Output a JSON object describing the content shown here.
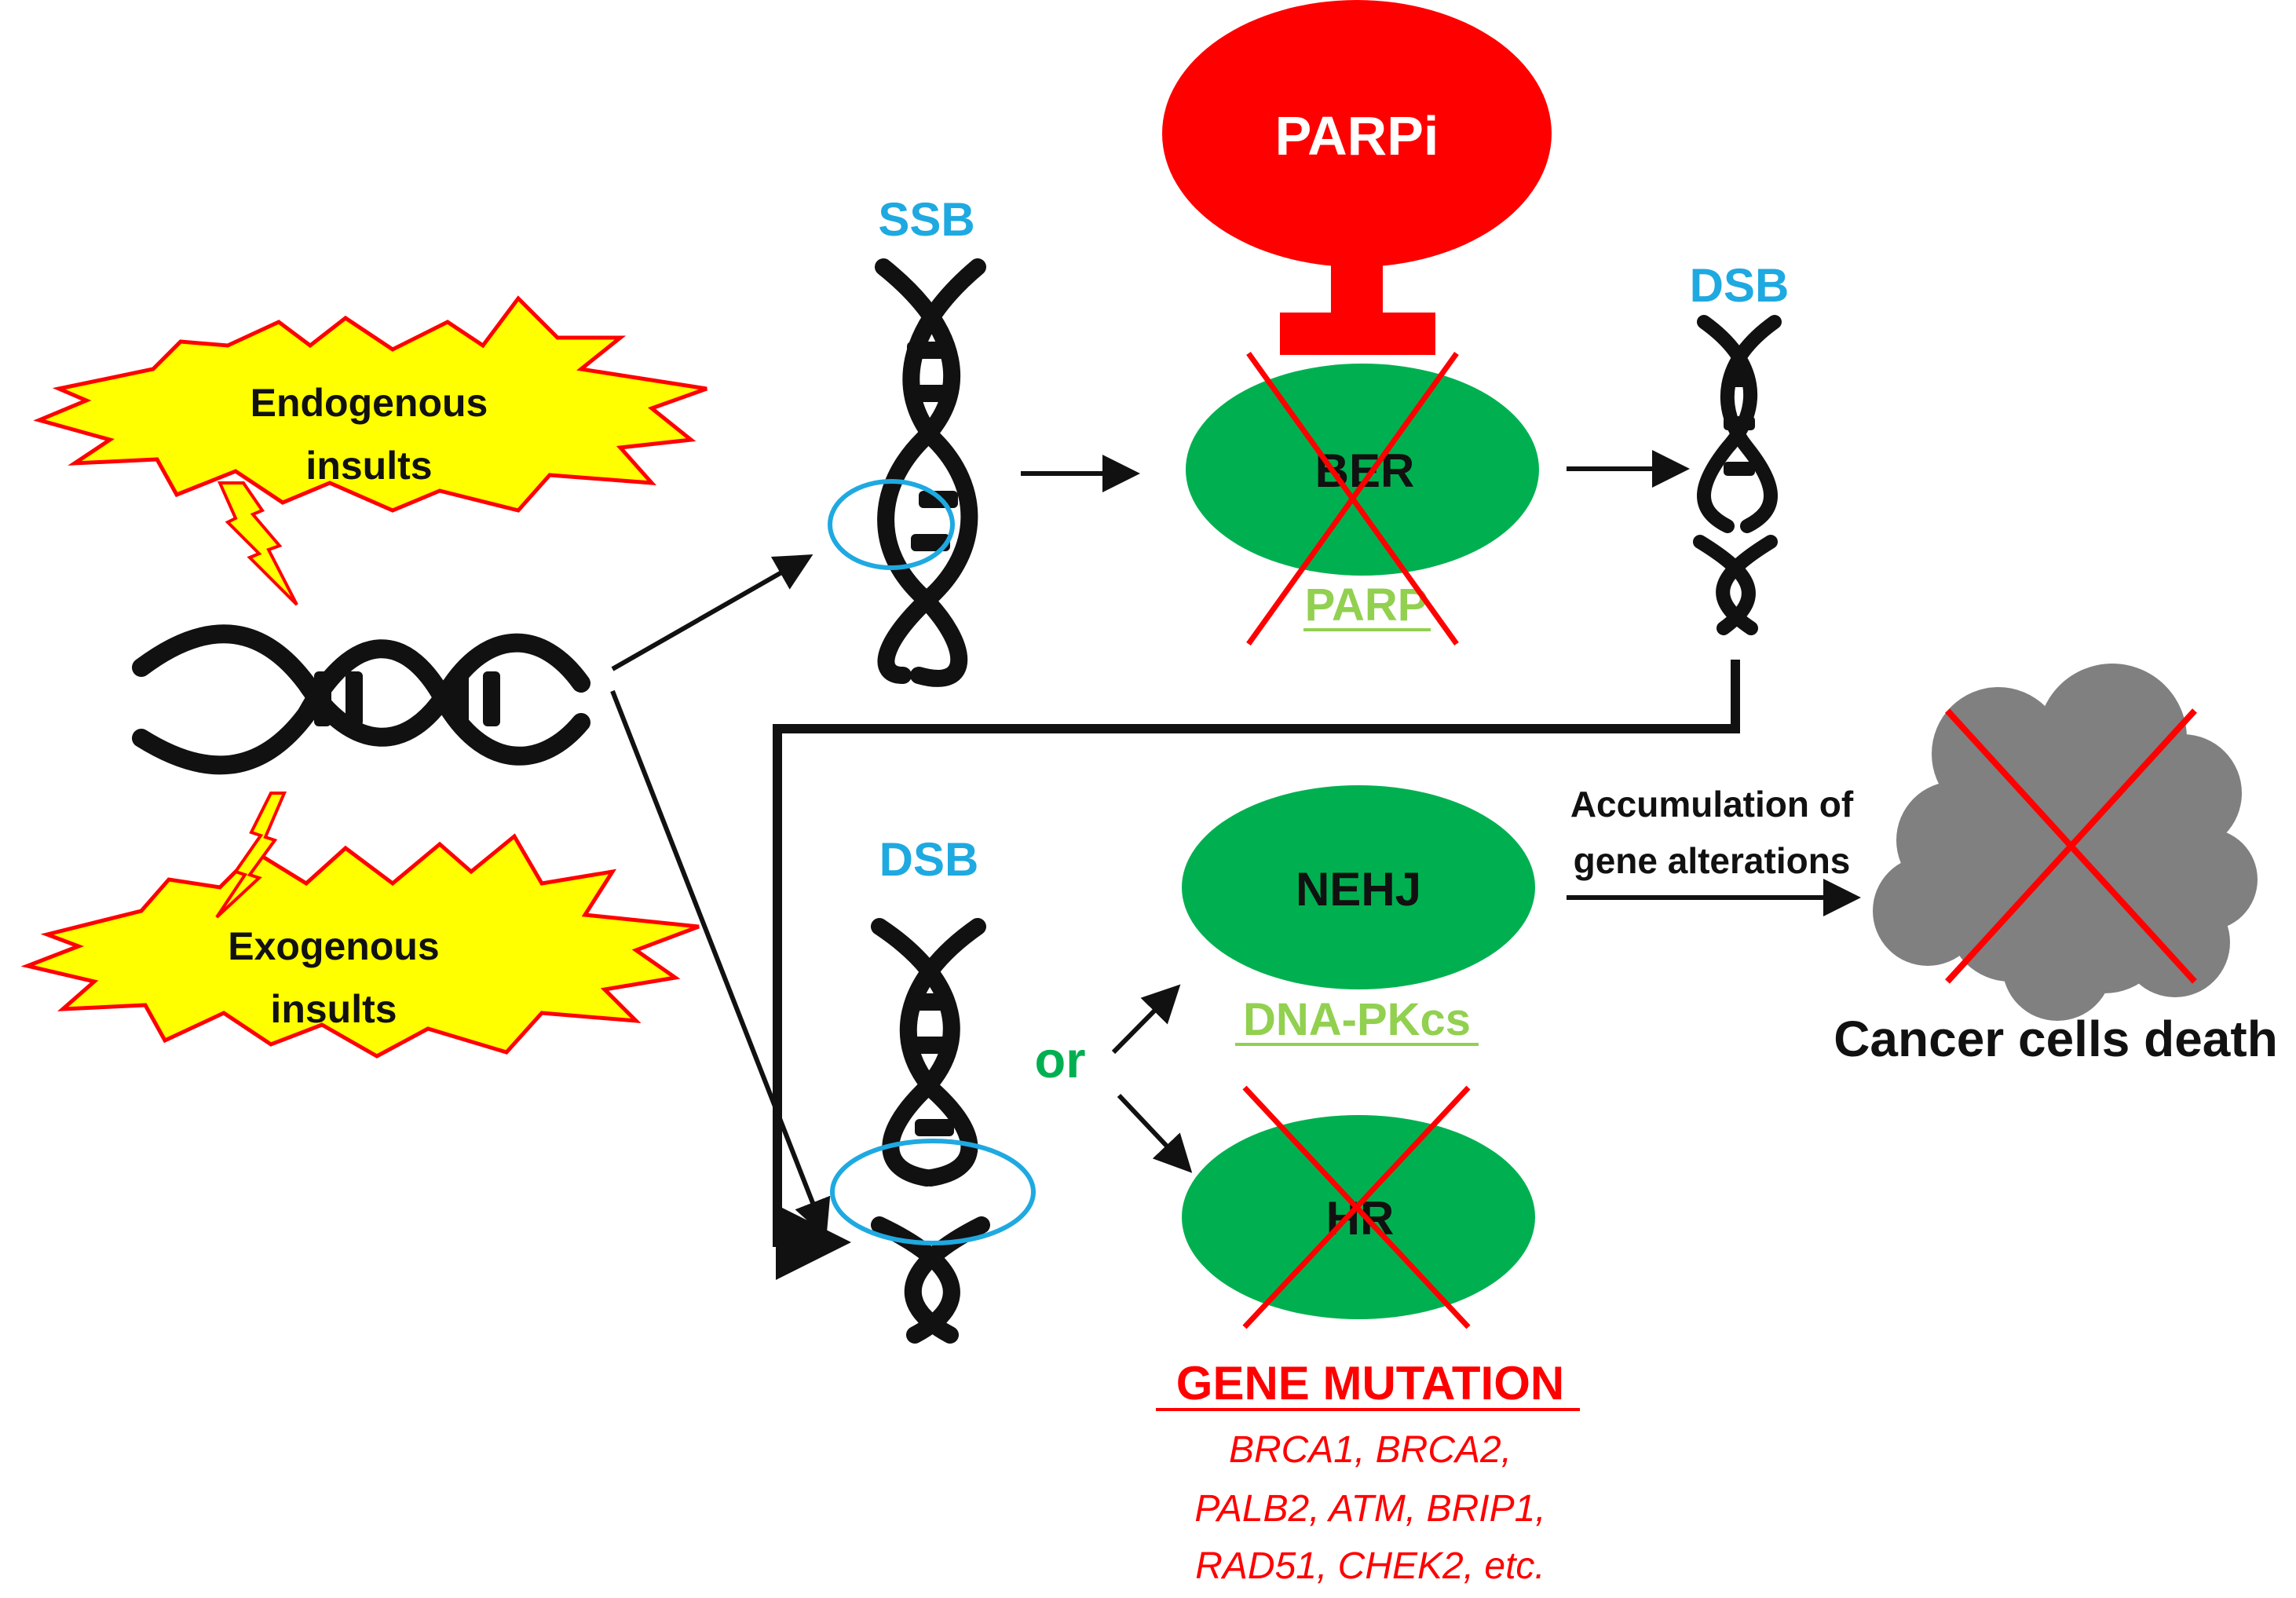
{
  "colors": {
    "cyan": "#1FA9E1",
    "red": "#FF0000",
    "green": "#00B050",
    "light_green": "#92D050",
    "yellow": "#FFFF00",
    "dark": "#111111",
    "cell_gray": "#808080"
  },
  "insults": {
    "endogenous": [
      "Endogenous",
      "insults"
    ],
    "exogenous": [
      "Exogenous",
      "insults"
    ]
  },
  "top": {
    "ssb_label": "SSB",
    "parpi_label": "PARPi",
    "ber_label": "BER",
    "parp_label": "PARP",
    "dsb_label": "DSB"
  },
  "bottom": {
    "dsb_label": "DSB",
    "or_label": "or",
    "nehj_label": "NEHJ",
    "dnapkcs_label": "DNA-PKcs",
    "hr_label": "HR",
    "accumulation": [
      "Accumulation of",
      "gene alterations"
    ],
    "cancer_label": "Cancer cells death",
    "mutation_title": "GENE MUTATION",
    "mutation_genes": [
      "BRCA1, BRCA2,",
      "PALB2, ATM, BRIP1,",
      "RAD51, CHEK2, etc."
    ]
  },
  "icons": [
    "lightning-icon",
    "dna-helix-icon",
    "inhibitor-t-icon",
    "cross-icon",
    "cell-cluster-icon"
  ]
}
